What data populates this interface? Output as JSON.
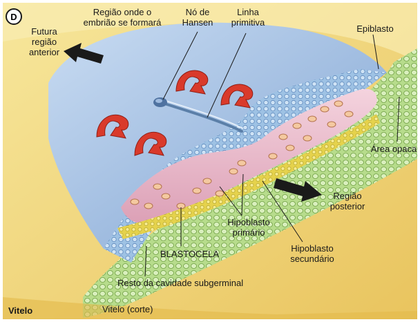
{
  "panel_letter": "D",
  "labels": {
    "future_anterior": "Futura região anterior",
    "embryo_region": "Região onde o embrião se formará",
    "hensen_node": "Nó de Hansen",
    "primitive_streak": "Linha primitiva",
    "epiblast": "Epiblasto",
    "area_opaca": "Área opaca",
    "posterior_region": "Região posterior",
    "primary_hypoblast": "Hipoblasto primário",
    "secondary_hypoblast": "Hipoblasto secundário",
    "blastocoel": "BLASTOCELA",
    "subgerminal_cavity": "Resto da cavidade subgerminal",
    "yolk": "Vitelo",
    "yolk_cut": "Vitelo (corte)"
  },
  "colors": {
    "yolk": "#f3d77a",
    "epiblast_surface": "#a9c4e6",
    "blastocoel": "#e9b8c8",
    "hypoblast_cells": "#f0c39a",
    "area_opaca": "#a6d17a",
    "arrows": "#d93a2b"
  }
}
